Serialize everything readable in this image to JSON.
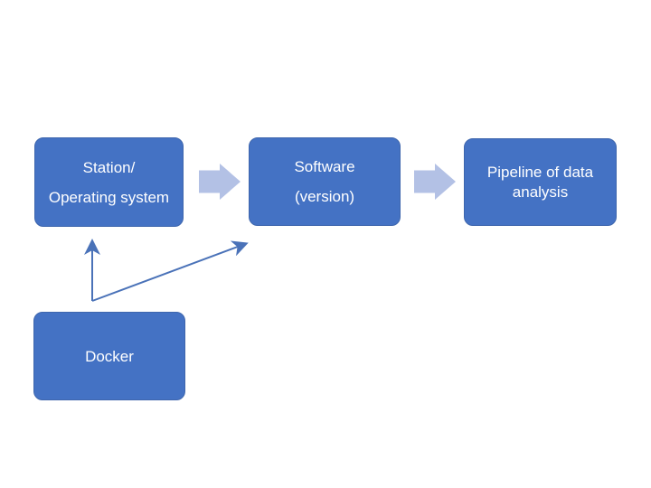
{
  "diagram": {
    "background_color": "#ffffff",
    "node_fill_color": "#4472c4",
    "node_border_color": "#3e66ad",
    "node_text_color": "#ffffff",
    "block_arrow_fill_color": "#b3c1e5",
    "block_arrow_border_color": "#9fb2dd",
    "connector_color": "#4a72b8",
    "boxes": {
      "station": {
        "lines": [
          "Station/",
          "Operating system"
        ]
      },
      "software": {
        "lines": [
          "Software",
          "(version)"
        ]
      },
      "pipeline": {
        "lines": [
          "Pipeline of data",
          "analysis"
        ]
      },
      "docker": {
        "lines": [
          "Docker"
        ]
      }
    },
    "flow": [
      "Station/Operating system -> Software (version)",
      "Software (version) -> Pipeline of data analysis",
      "Docker -> Station/Operating system",
      "Docker -> Software (version)"
    ]
  }
}
